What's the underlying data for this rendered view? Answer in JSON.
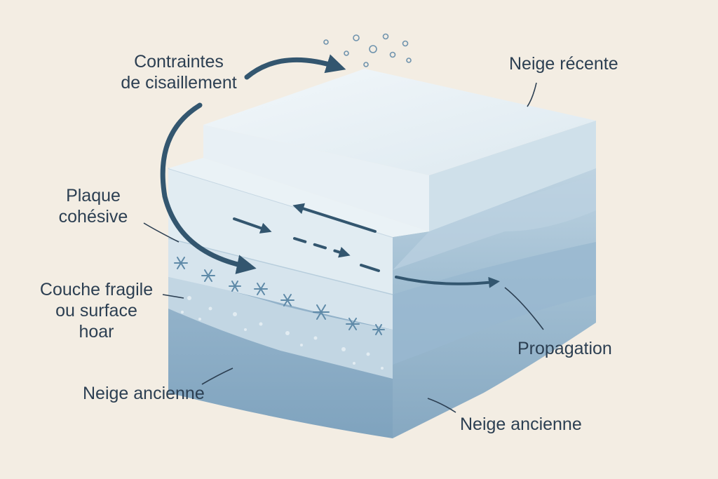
{
  "labels": {
    "shear_line1": "Contraintes",
    "shear_line2": "de cisaillement",
    "fresh_snow": "Neige récente",
    "slab_line1": "Plaque",
    "slab_line2": "cohésive",
    "weak_line1": "Couche fragile",
    "weak_line2": "ou surface",
    "weak_line3": "hoar",
    "old_snow_left": "Neige ancienne",
    "propagation": "Propagation",
    "old_snow_right": "Neige ancienne"
  },
  "colors": {
    "background": "#f3ede3",
    "arrow": "#33566f",
    "text": "#2c3f52",
    "snow_top": "#e6eff4",
    "slab": "#dbe7ef",
    "weak_layer": "#c4d8e4",
    "old_snow": "#8fb0c8"
  },
  "icons": [
    "snowflake-icon",
    "shear-arrow-icon",
    "propagation-arrow-icon"
  ]
}
